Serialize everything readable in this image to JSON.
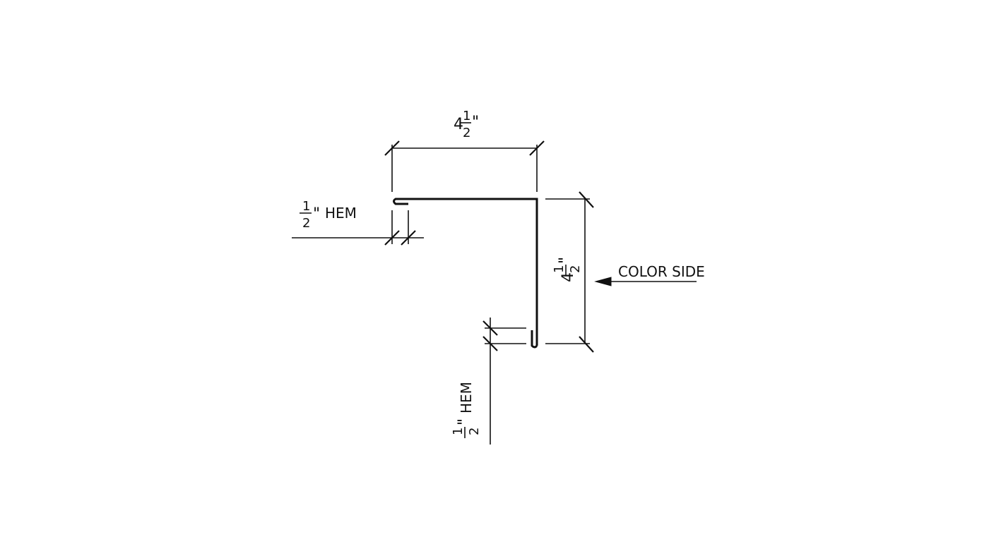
{
  "drawing": {
    "top_dim": {
      "whole": "4",
      "num": "1",
      "den": "2",
      "unit": "\""
    },
    "right_dim": {
      "whole": "4",
      "num": "1",
      "den": "2",
      "unit": "\""
    },
    "top_hem": {
      "num": "1",
      "den": "2",
      "unit": "\"",
      "text": "HEM"
    },
    "bottom_hem": {
      "num": "1",
      "den": "2",
      "unit": "\"",
      "text": "HEM"
    },
    "color_side": "COLOR SIDE"
  },
  "colors": {
    "ink": "#111111",
    "background": "#ffffff"
  }
}
